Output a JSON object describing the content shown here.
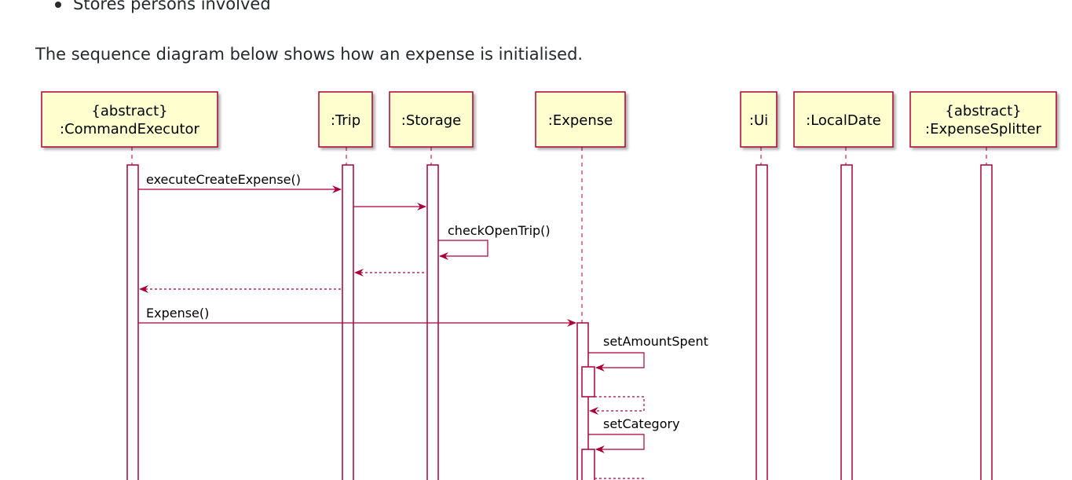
{
  "bullets": [
    "Stores persons involved"
  ],
  "intro_text": "The sequence diagram below shows how an expense is initialised.",
  "colors": {
    "participant_fill": "#fefece",
    "line": "#a80036",
    "activation_fill": "#ffffff",
    "text": "#000000"
  },
  "participants": [
    {
      "id": "cmd",
      "lines": [
        "{abstract}",
        ":CommandExecutor"
      ]
    },
    {
      "id": "trip",
      "lines": [
        ":Trip"
      ]
    },
    {
      "id": "storage",
      "lines": [
        ":Storage"
      ]
    },
    {
      "id": "expense",
      "lines": [
        ":Expense"
      ]
    },
    {
      "id": "ui",
      "lines": [
        ":Ui"
      ]
    },
    {
      "id": "localdate",
      "lines": [
        ":LocalDate"
      ]
    },
    {
      "id": "splitter",
      "lines": [
        "{abstract}",
        ":ExpenseSplitter"
      ]
    }
  ],
  "messages": [
    {
      "from": "cmd",
      "to": "trip",
      "label": "executeCreateExpense()",
      "kind": "call"
    },
    {
      "from": "trip",
      "to": "storage",
      "label": "",
      "kind": "call"
    },
    {
      "from": "storage",
      "to": "storage",
      "label": "checkOpenTrip()",
      "kind": "self"
    },
    {
      "from": "storage",
      "to": "trip",
      "label": "",
      "kind": "return"
    },
    {
      "from": "trip",
      "to": "cmd",
      "label": "",
      "kind": "return"
    },
    {
      "from": "cmd",
      "to": "expense",
      "label": "Expense()",
      "kind": "call"
    },
    {
      "from": "expense",
      "to": "expense",
      "label": "setAmountSpent",
      "kind": "self"
    },
    {
      "from": "expense",
      "to": "expense",
      "label": "",
      "kind": "self-return"
    },
    {
      "from": "expense",
      "to": "expense",
      "label": "setCategory",
      "kind": "self"
    },
    {
      "from": "expense",
      "to": "expense",
      "label": "",
      "kind": "self-return"
    }
  ]
}
